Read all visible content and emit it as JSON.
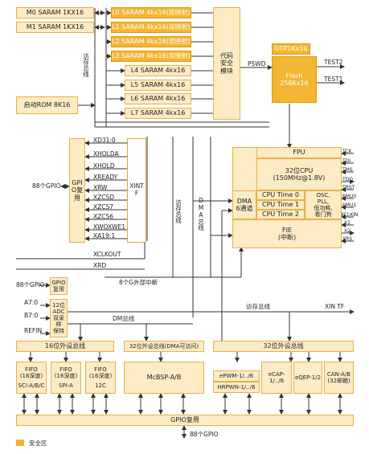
{
  "memory": {
    "m0": "M0 SARAM 1KX16",
    "m1": "M1 SARAM 1KX16",
    "l_secure": [
      "L0 SARAM 4kx16(双映射)",
      "L1 SARAM 4kx16(双映射)",
      "L2 SARAM 4kx16(双映射)",
      "L3 SARAM 4kx16(双映射)"
    ],
    "l_normal": [
      "L4 SARAM 4kx16",
      "L5 SARAM 4kx16",
      "L6 SARAM 4kx16",
      "L7 SARAM 4kx16"
    ],
    "boot_rom": "启动ROM 8K16",
    "access_bus_v": "访存总线"
  },
  "code_security": "代码安全模块",
  "pswd": "PSWD",
  "otp": "OTP1Kx16",
  "flash_line1": "Flash",
  "flash_line2": "256Kx16",
  "test2": "TEST2",
  "test1": "TEST1",
  "gpio_mux": "GPIO复用",
  "gpio_88": "88个GPIO",
  "xintf_signals": [
    "XD31:0",
    "XHOLDA",
    "XHOLD",
    "XREADY",
    "XRW",
    "XZCSD",
    "XZCS7",
    "XZCS6",
    "XWOXWE1",
    "XA19:1"
  ],
  "xintf": "XINTF",
  "xclkout": "XCLKOUT",
  "xrd": "XRD",
  "ext_int": "8个G外部中断",
  "access_bus_v2": "访存总线",
  "dma_bus_v": "DMA总线",
  "fpu": "FPU",
  "cpu_line1": "32位CPU",
  "cpu_line2": "(150MHz@1.8V)",
  "dma_line1": "DMA",
  "dma_line2": "6通道",
  "cpu_timers": [
    "CPU Time 0",
    "CPU Time 1",
    "CPU Time 2"
  ],
  "osc": [
    "OSC,",
    "PLL,",
    "低功耗,",
    "看门狗"
  ],
  "fie_line1": "FIE",
  "fie_line2": "(中断)",
  "jtag_pins": [
    "TCK",
    "TDI",
    "TMS",
    "TDO",
    "TRST",
    "EMU0",
    "EMU1",
    "XCLKIN",
    "X1",
    "X2",
    "XRS"
  ],
  "gpio2_88": "88个GPIO",
  "gpio_mux2": "GPIO复用",
  "a70": "A7:0",
  "b70": "B7:0",
  "refin": "REFIN",
  "adc": [
    "12位",
    "ADC",
    "双采样",
    "保持"
  ],
  "access_bus_h": "访存总线",
  "xin_tf": "XIN TF",
  "dm_bus": "DM总线",
  "bus16": "16位外设总线",
  "bus32_dma": "32位外设总线(DMA可访问)",
  "bus32": "32位外设总线",
  "fifo": [
    {
      "l1": "FIFO",
      "l2": "(16深度)",
      "name": "SCI-A/B/C"
    },
    {
      "l1": "FIFO",
      "l2": "(16深度)",
      "name": "SPI-A"
    },
    {
      "l1": "FIFO",
      "l2": "(16深度)",
      "name": "12C"
    }
  ],
  "mcbsp": "McBSP-A/B",
  "epwm": "ePWM-1/../6",
  "hrpwm": "HRPWN-1/../6",
  "ecap": "eCAP-1/../6",
  "eqep": "eQEP-1/2",
  "can_line1": "CAN-A/B",
  "can_line2": "(32邮箱)",
  "gpio_mux_bottom": "GPIO复用",
  "gpio_bottom": "88个GPIO",
  "legend": "安全区",
  "colors": {
    "secure": "#f2b632",
    "light": "#fcebc4",
    "border": "#e8b04a"
  }
}
